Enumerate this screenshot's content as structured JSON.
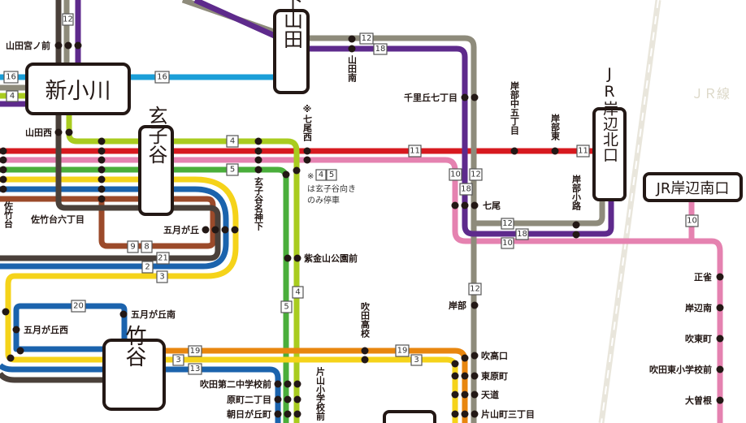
{
  "colors": {
    "red": "#d7191f",
    "pink": "#e582b0",
    "green": "#4aae3b",
    "lime": "#a9cc1f",
    "yellow": "#f5d31a",
    "blue": "#1b63ad",
    "brown": "#9b4a2a",
    "dark": "#4a403a",
    "gray": "#8e8b7b",
    "purple": "#5e2a8c",
    "cyan": "#1b9fd8",
    "orange": "#e8860f",
    "jr": "#e9e6dc"
  },
  "terminals": {
    "shinogawa": "新小川",
    "shimoyamada": "下山田",
    "genshidani": "玄子谷",
    "takedani": "竹谷",
    "jr_kishibe_north": "JR岸辺北口",
    "jr_kishibe_south": "JR岸辺南口"
  },
  "jr_line": "ＪＲ線",
  "route_tags": {
    "r12a": "12",
    "r12b": "12",
    "r18a": "18",
    "r16a": "16",
    "r16b": "16",
    "r4a": "4",
    "r4b": "4",
    "r5a": "5",
    "r5b": "5",
    "r11a": "11",
    "r11b": "11",
    "r10a": "10",
    "r10b": "10",
    "r10c": "10",
    "r12c": "12",
    "r18b": "18",
    "r12d": "12",
    "r18c": "18",
    "r12e": "12",
    "r9": "9",
    "r8": "8",
    "r21": "21",
    "r2": "2",
    "r3a": "3",
    "r20": "20",
    "r19a": "19",
    "r3b": "3",
    "r13": "13",
    "r19b": "19",
    "r3c": "3",
    "r4c": "4"
  },
  "note": {
    "mark": "※",
    "line1": "は玄子谷向き",
    "line2": "のみ停車",
    "tag1": "4",
    "tag2": "5"
  },
  "stops": {
    "yamada_miyanomae": "山田宮ノ前",
    "yamada_nishi": "山田西",
    "yamada_minami": "山田南",
    "nanao_nishi": "※七尾西",
    "senrioka7": "千里丘七丁目",
    "kishibe_naka5": "岸部中五丁目",
    "kishibe_higashi": "岸部東",
    "kishibe_koji": "岸部小路",
    "nanao": "七尾",
    "genshidani_nagamishita": "玄子谷名神下",
    "satakedai": "佐竹台",
    "satakedai6": "佐竹台六丁目",
    "satsukigaoka": "五月が丘",
    "shikinzan": "紫金山公園前",
    "satsukigaoka_minami": "五月が丘南",
    "satsukigaoka_nishi": "五月が丘西",
    "suita_koko": "吹田高校",
    "kishibe": "岸部",
    "suitako_guchi": "吹高口",
    "higashiharacho": "東原町",
    "tendo": "天道",
    "katayamacho3": "片山町三丁目",
    "suita2chu": "吹田第二中学校前",
    "haramachi2": "原町二丁目",
    "asahigaoka": "朝日が丘町",
    "katayama_sho": "片山小学校前",
    "shojaku": "正雀",
    "kishibe_minami": "岸辺南",
    "suito": "吹東町",
    "suita_higashi_sho": "吹田東小学校前",
    "osone": "大曽根"
  }
}
